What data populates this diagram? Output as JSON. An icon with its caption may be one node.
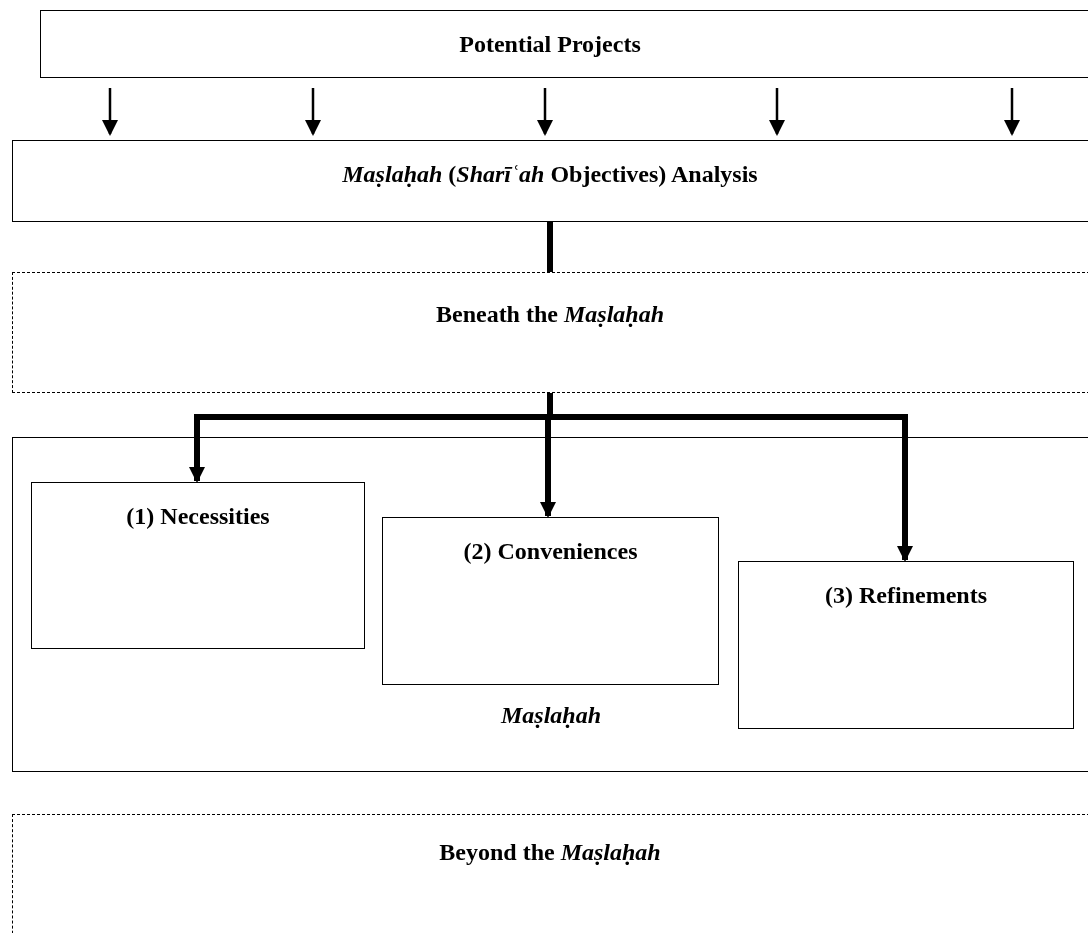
{
  "diagram": {
    "nodes": [
      {
        "text": [
          "Potential Projects"
        ]
      },
      {
        "text": [
          "*Maṣlaḥah* (*Sharīʿah* Objectives) Analysis"
        ]
      },
      {
        "text": [
          "Beneath the *Maṣlaḥah*"
        ]
      },
      {
        "text": [
          "Maṣlaḥah"
        ]
      },
      {
        "text": [
          "(1) Necessities"
        ],
        "in": 3
      },
      {
        "text": [
          "(2) Conveniences"
        ],
        "in": 3
      },
      {
        "text": [
          "(3) Refinements"
        ],
        "in": 3
      },
      {
        "text": [
          "Beyond the *Maṣlaḥah*"
        ]
      }
    ],
    "edges": [
      {
        "from": 0,
        "to": 1,
        "arrow": "to"
      },
      {
        "from": 0,
        "to": 1,
        "arrow": "to"
      },
      {
        "from": 0,
        "to": 1,
        "arrow": "to"
      },
      {
        "from": 0,
        "to": 1,
        "arrow": "to"
      },
      {
        "from": 0,
        "to": 1,
        "arrow": "to"
      },
      {
        "from": 1,
        "to": 2,
        "arrow": "none",
        "style": "thick"
      },
      {
        "from": 2,
        "to": 4,
        "arrow": "to",
        "style": "thick"
      },
      {
        "from": 2,
        "to": 5,
        "arrow": "to",
        "style": "thick"
      },
      {
        "from": 2,
        "to": 6,
        "arrow": "to",
        "style": "thick"
      }
    ]
  }
}
